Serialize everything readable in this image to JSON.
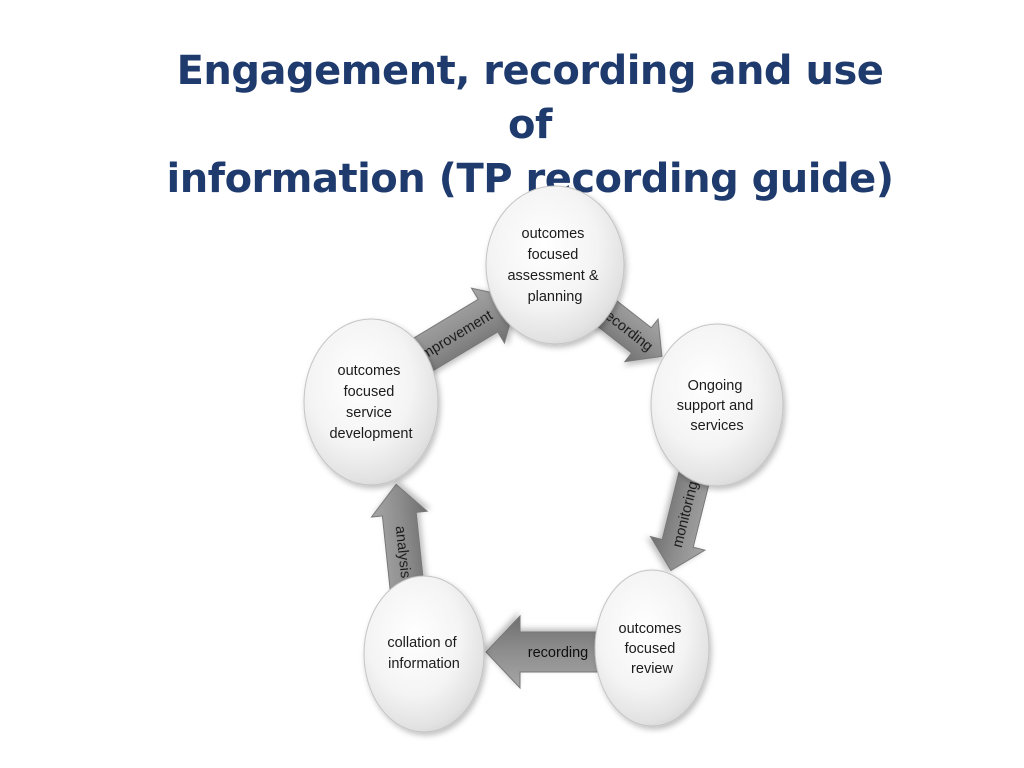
{
  "title": {
    "line1": "Engagement, recording and use of",
    "line2": "information (TP recording guide)"
  },
  "nodes": {
    "assessment": [
      "outcomes",
      "focused",
      "assessment &",
      "planning"
    ],
    "support": [
      "Ongoing",
      "support and",
      "services"
    ],
    "review": [
      "outcomes",
      "focused",
      "review"
    ],
    "collation": [
      "collation of",
      "information"
    ],
    "development": [
      "outcomes",
      "focused",
      "service",
      "development"
    ]
  },
  "arrows": {
    "improvement": "iimprovement",
    "recording_top": "recording",
    "monitoring": "monitoring",
    "recording_bottom": "recording",
    "analysis": "analysis"
  },
  "colors": {
    "title": "#1f3b6e",
    "arrow": "#8c8c8c",
    "node_border": "#bdbdbd"
  }
}
